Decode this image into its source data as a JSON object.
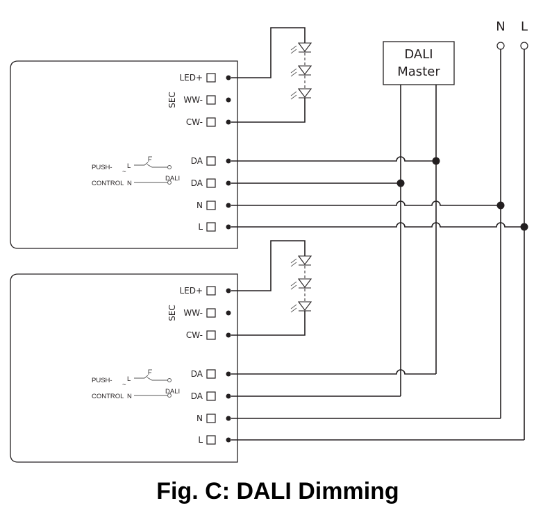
{
  "caption": "Fig. C: DALI Dimming",
  "mains": {
    "n_label": "N",
    "l_label": "L"
  },
  "dali_master": {
    "line1": "DALI",
    "line2": "Master"
  },
  "drivers": [
    {
      "sec_label": "SEC",
      "terminals": [
        "LED+",
        "WW-",
        "CW-",
        "DA",
        "DA",
        "N",
        "L"
      ],
      "push_control": {
        "line1": "PUSH-",
        "line2": "CONTROL",
        "tilde": "~",
        "l": "L",
        "n": "N",
        "dali": "DALI"
      }
    },
    {
      "sec_label": "SEC",
      "terminals": [
        "LED+",
        "WW-",
        "CW-",
        "DA",
        "DA",
        "N",
        "L"
      ],
      "push_control": {
        "line1": "PUSH-",
        "line2": "CONTROL",
        "tilde": "~",
        "l": "L",
        "n": "N",
        "dali": "DALI"
      }
    }
  ]
}
